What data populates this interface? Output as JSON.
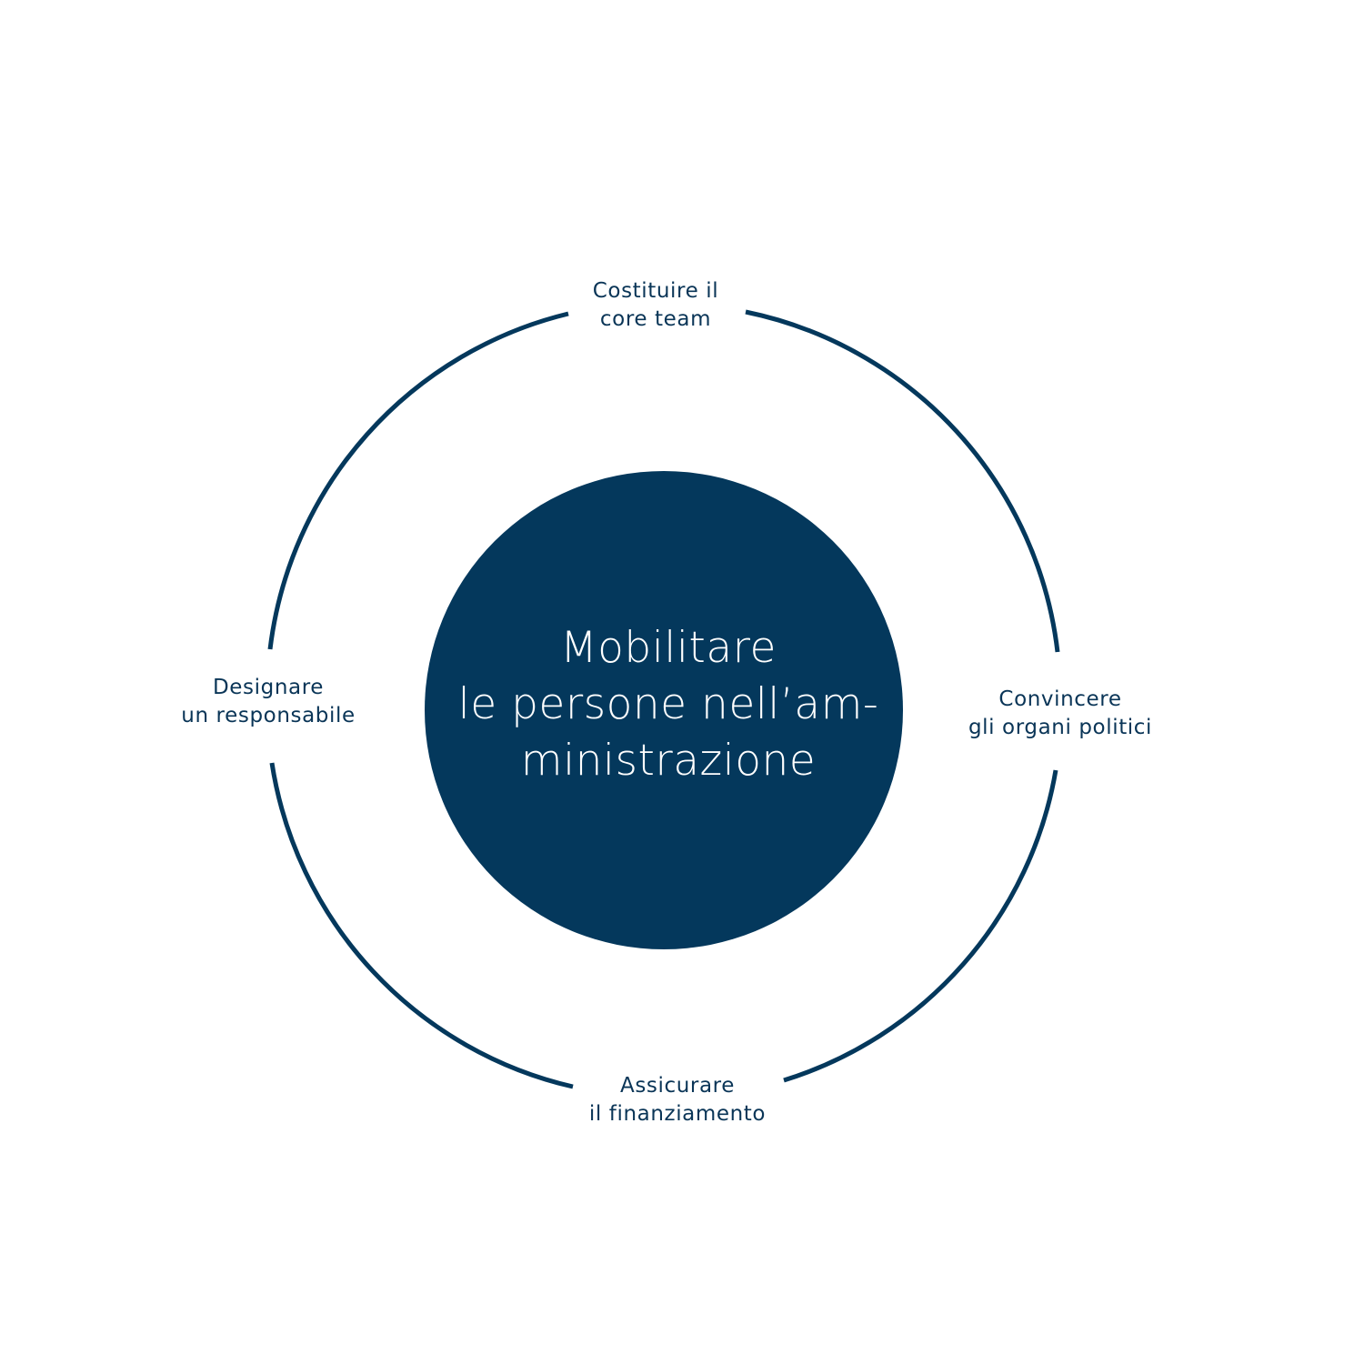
{
  "diagram": {
    "center": {
      "lines": [
        "Mobilitare",
        "le persone nell’am-",
        "ministrazione"
      ]
    },
    "nodes": [
      {
        "id": "top",
        "lines": [
          "Costituire il",
          "core team"
        ]
      },
      {
        "id": "right",
        "lines": [
          "Convincere",
          "gli organi politici"
        ]
      },
      {
        "id": "bottom",
        "lines": [
          "Assicurare",
          "il finanziamento"
        ]
      },
      {
        "id": "left",
        "lines": [
          "Designare",
          "un responsabile"
        ]
      }
    ]
  },
  "colors": {
    "primary": "#04385c",
    "text": "#0a3557",
    "background": "#ffffff"
  }
}
